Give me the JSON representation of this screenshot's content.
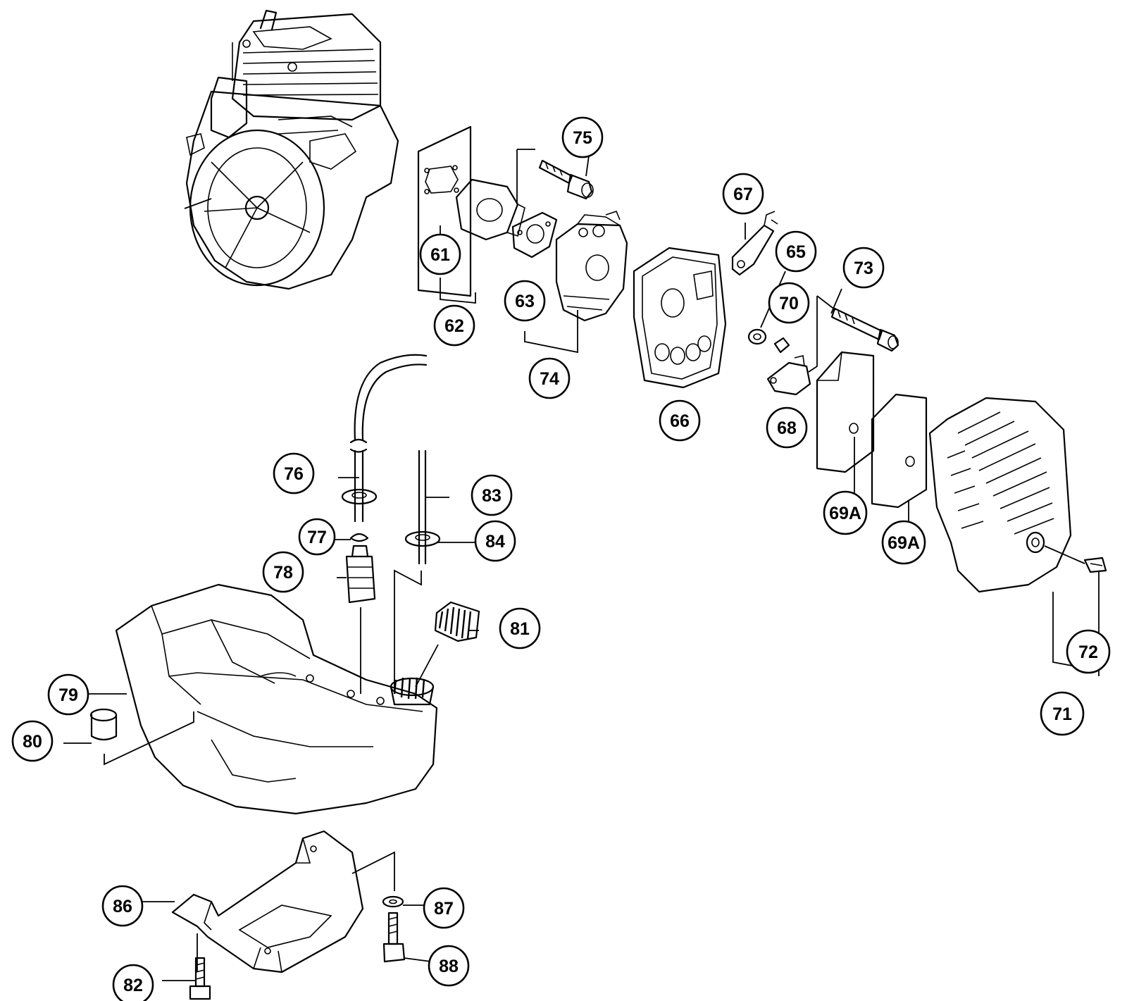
{
  "callouts": [
    {
      "id": "c61",
      "label": "61"
    },
    {
      "id": "c62",
      "label": "62"
    },
    {
      "id": "c63",
      "label": "63"
    },
    {
      "id": "c65",
      "label": "65"
    },
    {
      "id": "c66",
      "label": "66"
    },
    {
      "id": "c67",
      "label": "67"
    },
    {
      "id": "c68",
      "label": "68"
    },
    {
      "id": "c69a1",
      "label": "69A"
    },
    {
      "id": "c69a2",
      "label": "69A"
    },
    {
      "id": "c70",
      "label": "70"
    },
    {
      "id": "c71",
      "label": "71"
    },
    {
      "id": "c72",
      "label": "72"
    },
    {
      "id": "c73",
      "label": "73"
    },
    {
      "id": "c74",
      "label": "74"
    },
    {
      "id": "c75",
      "label": "75"
    },
    {
      "id": "c76",
      "label": "76"
    },
    {
      "id": "c77",
      "label": "77"
    },
    {
      "id": "c78",
      "label": "78"
    },
    {
      "id": "c79",
      "label": "79"
    },
    {
      "id": "c80",
      "label": "80"
    },
    {
      "id": "c81",
      "label": "81"
    },
    {
      "id": "c82",
      "label": "82"
    },
    {
      "id": "c83",
      "label": "83"
    },
    {
      "id": "c84",
      "label": "84"
    },
    {
      "id": "c86",
      "label": "86"
    },
    {
      "id": "c87",
      "label": "87"
    },
    {
      "id": "c88",
      "label": "88"
    }
  ]
}
